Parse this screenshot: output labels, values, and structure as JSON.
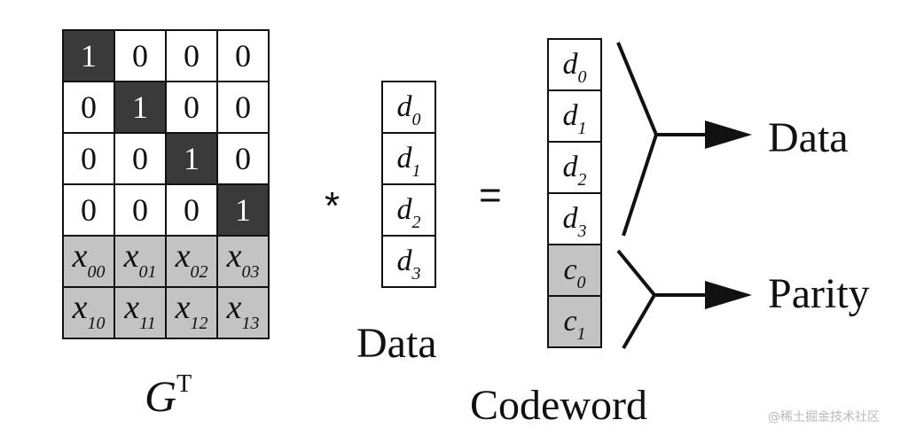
{
  "matrix": {
    "identity_rows": [
      [
        "1",
        "0",
        "0",
        "0"
      ],
      [
        "0",
        "1",
        "0",
        "0"
      ],
      [
        "0",
        "0",
        "1",
        "0"
      ],
      [
        "0",
        "0",
        "0",
        "1"
      ]
    ],
    "parity_rows": [
      [
        {
          "base": "x",
          "sub": "00"
        },
        {
          "base": "x",
          "sub": "01"
        },
        {
          "base": "x",
          "sub": "02"
        },
        {
          "base": "x",
          "sub": "03"
        }
      ],
      [
        {
          "base": "x",
          "sub": "10"
        },
        {
          "base": "x",
          "sub": "11"
        },
        {
          "base": "x",
          "sub": "12"
        },
        {
          "base": "x",
          "sub": "13"
        }
      ]
    ],
    "caption_base": "G",
    "caption_sup": "T"
  },
  "operators": {
    "multiply": "*",
    "equals": "="
  },
  "data_vector": {
    "label": "Data",
    "items": [
      {
        "base": "d",
        "sub": "0"
      },
      {
        "base": "d",
        "sub": "1"
      },
      {
        "base": "d",
        "sub": "2"
      },
      {
        "base": "d",
        "sub": "3"
      }
    ]
  },
  "codeword_vector": {
    "label": "Codeword",
    "data_items": [
      {
        "base": "d",
        "sub": "0"
      },
      {
        "base": "d",
        "sub": "1"
      },
      {
        "base": "d",
        "sub": "2"
      },
      {
        "base": "d",
        "sub": "3"
      }
    ],
    "parity_items": [
      {
        "base": "c",
        "sub": "0"
      },
      {
        "base": "c",
        "sub": "1"
      }
    ]
  },
  "outputs": {
    "data_label": "Data",
    "parity_label": "Parity"
  },
  "watermark": "@稀土掘金技术社区",
  "colors": {
    "identity_fill": "#3a3a3a",
    "parity_fill": "#c3c3c3",
    "line": "#111111"
  }
}
